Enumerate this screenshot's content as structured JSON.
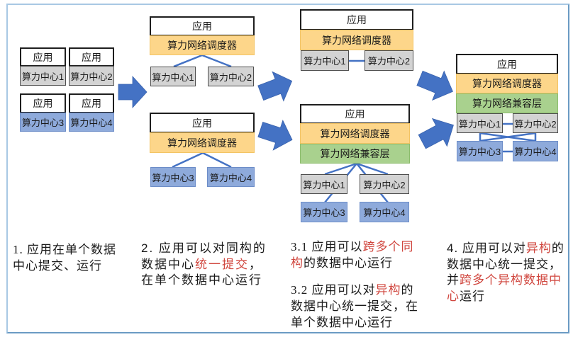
{
  "colors": {
    "frame_border_light": "#a8c8e4",
    "frame_border_dark": "#6b9bc4",
    "app_fill": "#ffffff",
    "scheduler_fill": "#fdd68a",
    "compat_fill": "#a9d18e",
    "homogeneous_center_fill": "#d3d3d3",
    "heterogeneous_center_fill": "#8eaadb",
    "arrow": "#4472c4",
    "connector": "#4472c4",
    "highlight_text": "#d0463e"
  },
  "stage1": {
    "units": [
      {
        "app": "应用",
        "center": "算力中心1"
      },
      {
        "app": "应用",
        "center": "算力中心2"
      },
      {
        "app": "应用",
        "center": "算力中心3"
      },
      {
        "app": "应用",
        "center": "算力中心4"
      }
    ]
  },
  "stage2": {
    "groups": [
      {
        "app": "应用",
        "scheduler": "算力网络调度器",
        "centers": [
          "算力中心1",
          "算力中心2"
        ]
      },
      {
        "app": "应用",
        "scheduler": "算力网络调度器",
        "centers": [
          "算力中心3",
          "算力中心4"
        ]
      }
    ]
  },
  "stage3": {
    "groups": [
      {
        "app": "应用",
        "scheduler": "算力网络调度器",
        "centers": [
          "算力中心1",
          "算力中心2"
        ]
      },
      {
        "app": "应用",
        "scheduler": "算力网络调度器",
        "compat": "算力网络兼容层",
        "centers": [
          "算力中心1",
          "算力中心2",
          "算力中心3",
          "算力中心4"
        ]
      }
    ]
  },
  "stage4": {
    "app": "应用",
    "scheduler": "算力网络调度器",
    "compat": "算力网络兼容层",
    "centers": [
      "算力中心1",
      "算力中心2",
      "算力中心3",
      "算力中心4"
    ]
  },
  "captions": {
    "c1": {
      "lines": [
        [
          {
            "t": "1. 应用在单个数据",
            "red": false
          }
        ],
        [
          {
            "t": "中心提交、运行",
            "red": false
          }
        ]
      ]
    },
    "c2": {
      "lines": [
        [
          {
            "t": "2. 应用可以对同构的",
            "red": false
          }
        ],
        [
          {
            "t": "数据中心",
            "red": false
          },
          {
            "t": "统一提交",
            "red": true
          },
          {
            "t": "，",
            "red": false
          }
        ],
        [
          {
            "t": "在单个数据中心运行",
            "red": false
          }
        ]
      ]
    },
    "c31": {
      "lines": [
        [
          {
            "t": "3.1 应用可以",
            "red": false
          },
          {
            "t": "跨多个同",
            "red": true
          }
        ],
        [
          {
            "t": "构",
            "red": true
          },
          {
            "t": "的数据中心运行",
            "red": false
          }
        ]
      ]
    },
    "c32": {
      "lines": [
        [
          {
            "t": "3.2 应用可以对",
            "red": false
          },
          {
            "t": "异构",
            "red": true
          },
          {
            "t": "的",
            "red": false
          }
        ],
        [
          {
            "t": "数据中心统一提交，在",
            "red": false
          }
        ],
        [
          {
            "t": "单个数据中心运行",
            "red": false
          }
        ]
      ]
    },
    "c4": {
      "lines": [
        [
          {
            "t": "4. 应用可以对",
            "red": false
          },
          {
            "t": "异构",
            "red": true
          },
          {
            "t": "的",
            "red": false
          }
        ],
        [
          {
            "t": "数据中心统一提交，",
            "red": false
          }
        ],
        [
          {
            "t": "并",
            "red": false
          },
          {
            "t": "跨多个异构数据中",
            "red": true
          }
        ],
        [
          {
            "t": "心",
            "red": true
          },
          {
            "t": "运行",
            "red": false
          }
        ]
      ]
    }
  }
}
